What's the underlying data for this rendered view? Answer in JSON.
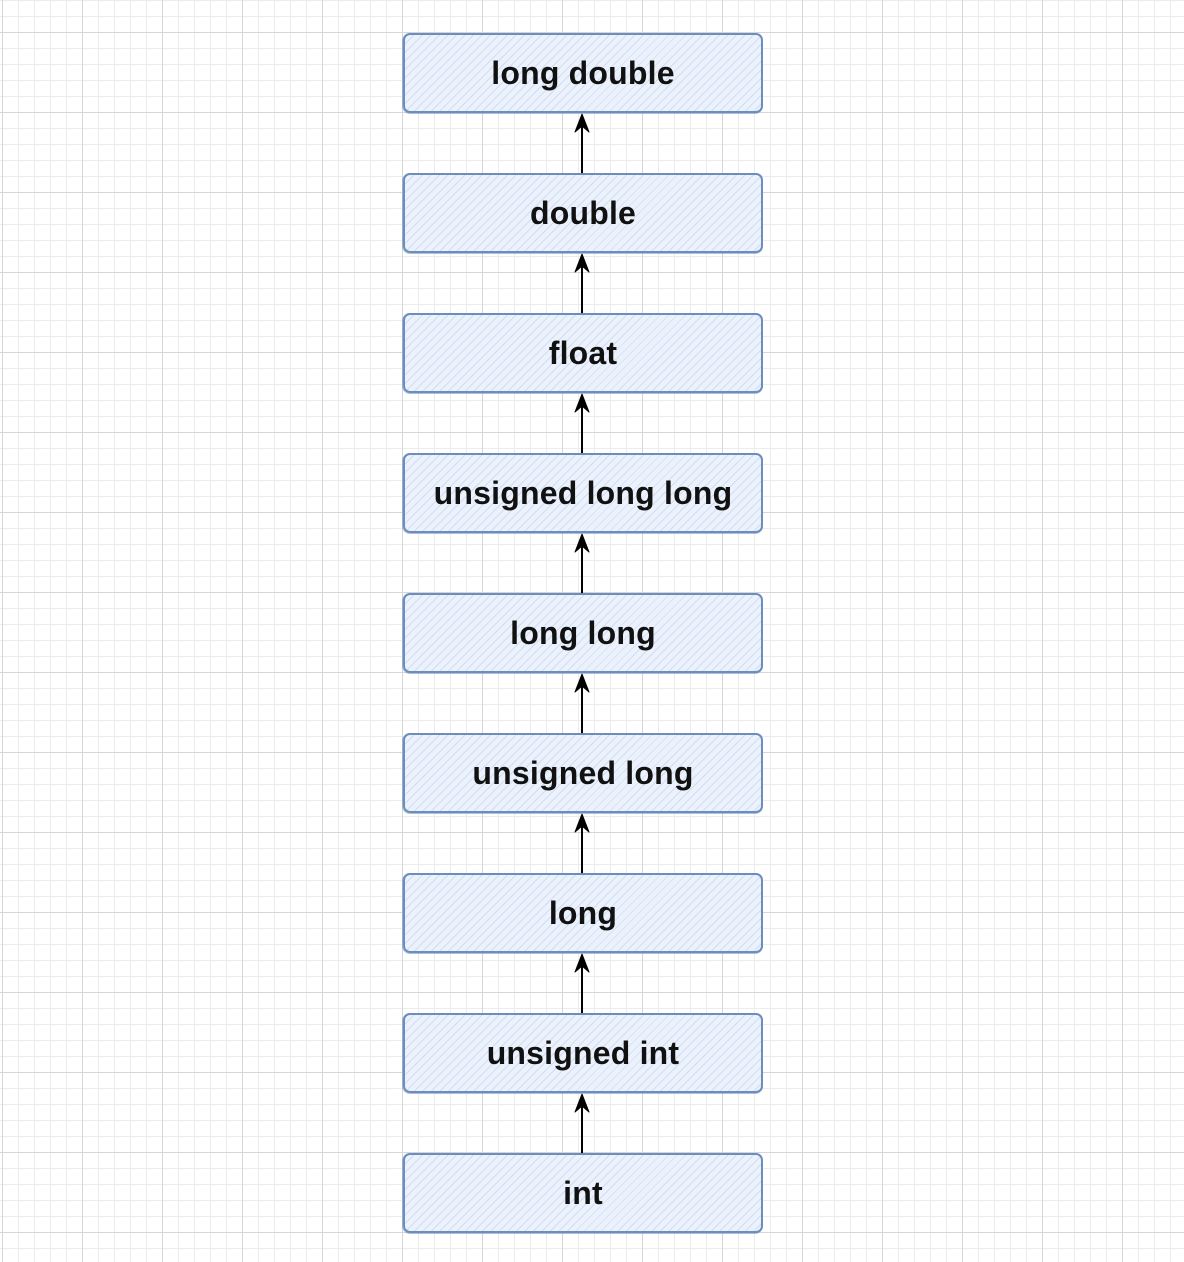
{
  "diagram": {
    "type": "flowchart",
    "direction": "bottom-to-top",
    "node_fill": "#dae8fc",
    "node_stroke": "#6c8ebf",
    "edge_color": "#000000",
    "nodes": [
      {
        "id": "long-double",
        "label": "long double"
      },
      {
        "id": "double",
        "label": "double"
      },
      {
        "id": "float",
        "label": "float"
      },
      {
        "id": "unsigned-long-long",
        "label": "unsigned long long"
      },
      {
        "id": "long-long",
        "label": "long long"
      },
      {
        "id": "unsigned-long",
        "label": "unsigned long"
      },
      {
        "id": "long",
        "label": "long"
      },
      {
        "id": "unsigned-int",
        "label": "unsigned int"
      },
      {
        "id": "int",
        "label": "int"
      }
    ],
    "edges": [
      {
        "from": "int",
        "to": "unsigned-int"
      },
      {
        "from": "unsigned-int",
        "to": "long"
      },
      {
        "from": "long",
        "to": "unsigned-long"
      },
      {
        "from": "unsigned-long",
        "to": "long-long"
      },
      {
        "from": "long-long",
        "to": "unsigned-long-long"
      },
      {
        "from": "unsigned-long-long",
        "to": "float"
      },
      {
        "from": "float",
        "to": "double"
      },
      {
        "from": "double",
        "to": "long-double"
      }
    ]
  }
}
